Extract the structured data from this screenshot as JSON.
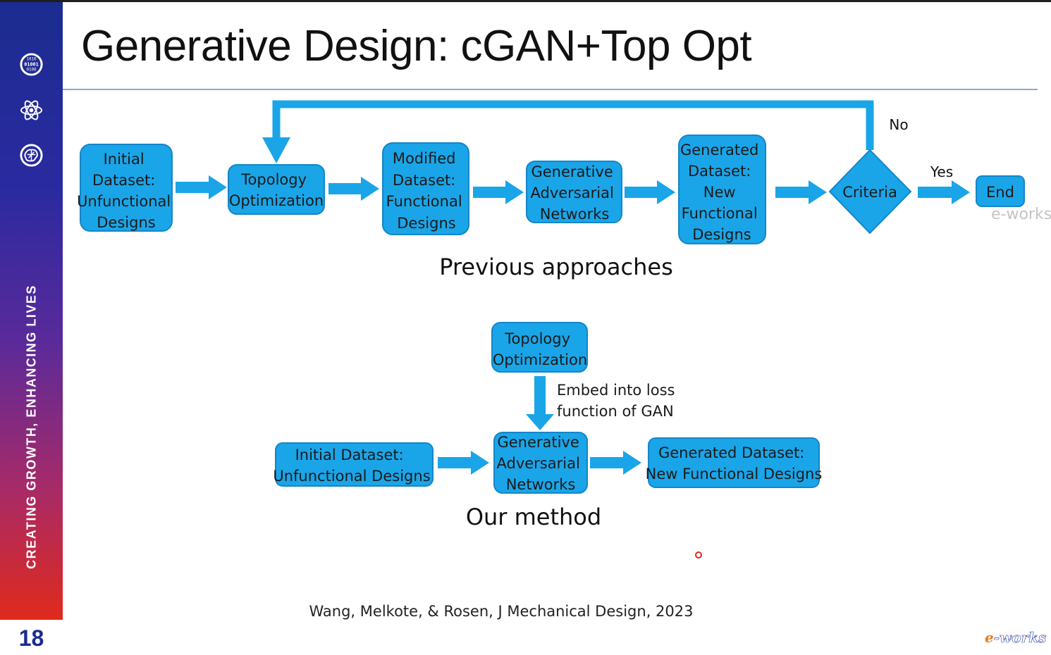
{
  "slide": {
    "title": "Generative Design: cGAN+Top Opt",
    "number": "18",
    "sidebar_tagline": "CREATING GROWTH, ENHANCING LIVES",
    "sidebar_icons": [
      "binary-circle-icon",
      "atom-icon",
      "brain-circuit-icon"
    ],
    "citation": "Wang, Melkote, & Rosen, J Mechanical Design, 2023",
    "watermark": "e-works",
    "logo": {
      "first": "e",
      "rest": "-works"
    }
  },
  "colors": {
    "box_fill": "#1aa5e8",
    "box_border": "#1486c8",
    "arrow": "#1aa5e8",
    "sidebar_top": "#1b2c8f",
    "sidebar_bottom": "#e02a1c"
  },
  "previous": {
    "caption": "Previous approaches",
    "nodes": [
      {
        "id": "initial",
        "lines": [
          "Initial",
          "Dataset:",
          "Unfunctional",
          "Designs"
        ]
      },
      {
        "id": "topopt",
        "lines": [
          "Topology",
          "Optimization"
        ]
      },
      {
        "id": "modified",
        "lines": [
          "Modified",
          "Dataset:",
          "Functional",
          "Designs"
        ]
      },
      {
        "id": "gan",
        "lines": [
          "Generative",
          "Adversarial",
          "Networks"
        ]
      },
      {
        "id": "generated",
        "lines": [
          "Generated",
          "Dataset:",
          "New",
          "Functional",
          "Designs"
        ]
      },
      {
        "id": "criteria",
        "shape": "diamond",
        "lines": [
          "Criteria"
        ]
      },
      {
        "id": "end",
        "lines": [
          "End"
        ]
      }
    ],
    "labels": {
      "no": "No",
      "yes": "Yes"
    }
  },
  "ours": {
    "caption": "Our method",
    "nodes": [
      {
        "id": "topopt2",
        "lines": [
          "Topology",
          "Optimization"
        ]
      },
      {
        "id": "initial2",
        "lines": [
          "Initial Dataset:",
          "Unfunctional Designs"
        ]
      },
      {
        "id": "gan2",
        "lines": [
          "Generative",
          "Adversarial",
          "Networks"
        ]
      },
      {
        "id": "generated2",
        "lines": [
          "Generated Dataset:",
          "New Functional Designs"
        ]
      }
    ],
    "embed_label": [
      "Embed into loss",
      "function of GAN"
    ]
  }
}
